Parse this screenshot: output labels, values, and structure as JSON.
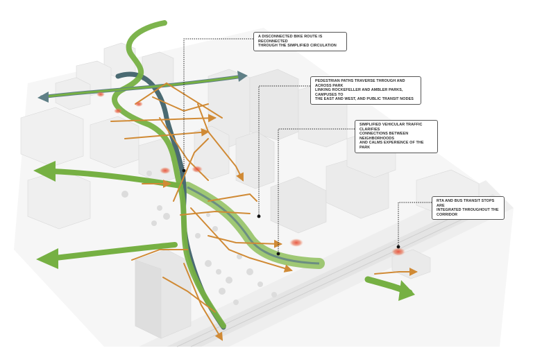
{
  "annotations": [
    {
      "id": "bike-route",
      "lines": [
        "A disconnected bike route is reconnected",
        "through the simplified circulation"
      ]
    },
    {
      "id": "pedestrian-paths",
      "lines": [
        "Pedestrian paths traverse through and across park",
        "linking Rockefeller and Ambler Parks, campuses to",
        "the east and west, and public transit nodes"
      ]
    },
    {
      "id": "vehicular-traffic",
      "lines": [
        "Simplified vehicular traffic clarifies",
        "connections between neighborhoods",
        "and calms experience of the park"
      ]
    },
    {
      "id": "transit-stops",
      "lines": [
        "RTA and bus transit stops are",
        "integrated throughout the corridor"
      ]
    }
  ],
  "colors": {
    "bike_route": "#76b043",
    "road": "#4a6a72",
    "pedestrian_path": "#d08a35",
    "transit_node": "#e06040",
    "building": "#ececec",
    "leader_line": "#222222"
  }
}
